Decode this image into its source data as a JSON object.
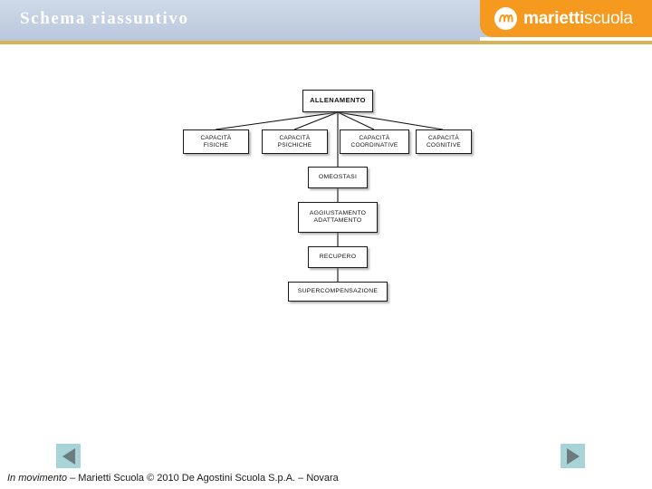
{
  "header": {
    "title": "Schema riassuntivo",
    "rule_color": "#d8b457",
    "background_color": "#c3cfe2",
    "title_color": "#ffffff"
  },
  "logo": {
    "icon_name": "marietti-circle-icon",
    "brand_bold": "marietti",
    "brand_light": "scuola",
    "panel_color": "#f59a1e"
  },
  "diagram": {
    "type": "flowchart",
    "root": {
      "id": "allenamento",
      "label": "ALLENAMENTO"
    },
    "capacities": [
      {
        "id": "fisiche",
        "line1": "CAPACITÀ",
        "line2": "FISICHE"
      },
      {
        "id": "psichiche",
        "line1": "CAPACITÀ",
        "line2": "PSICHICHE"
      },
      {
        "id": "coordinative",
        "line1": "CAPACITÀ",
        "line2": "COORDINATIVE"
      },
      {
        "id": "cognitive",
        "line1": "CAPACITÀ",
        "line2": "COGNITIVE"
      }
    ],
    "chain": [
      {
        "id": "omeostasi",
        "line1": "OMEOSTASI",
        "line2": ""
      },
      {
        "id": "aggiustamento",
        "line1": "AGGIUSTAMENTO",
        "line2": "ADATTAMENTO"
      },
      {
        "id": "recupero",
        "line1": "RECUPERO",
        "line2": ""
      },
      {
        "id": "supercompensazione",
        "line1": "SUPERCOMPENSAZIONE",
        "line2": ""
      }
    ]
  },
  "navigation": {
    "prev_icon": "triangle-left-icon",
    "next_icon": "triangle-right-icon",
    "button_color": "#a8d4d8",
    "arrow_color": "#6b7b80"
  },
  "footer": {
    "title_italic": "In movimento",
    "credit": " – Marietti Scuola © 2010 De Agostini Scuola S.p.A. – Novara"
  }
}
